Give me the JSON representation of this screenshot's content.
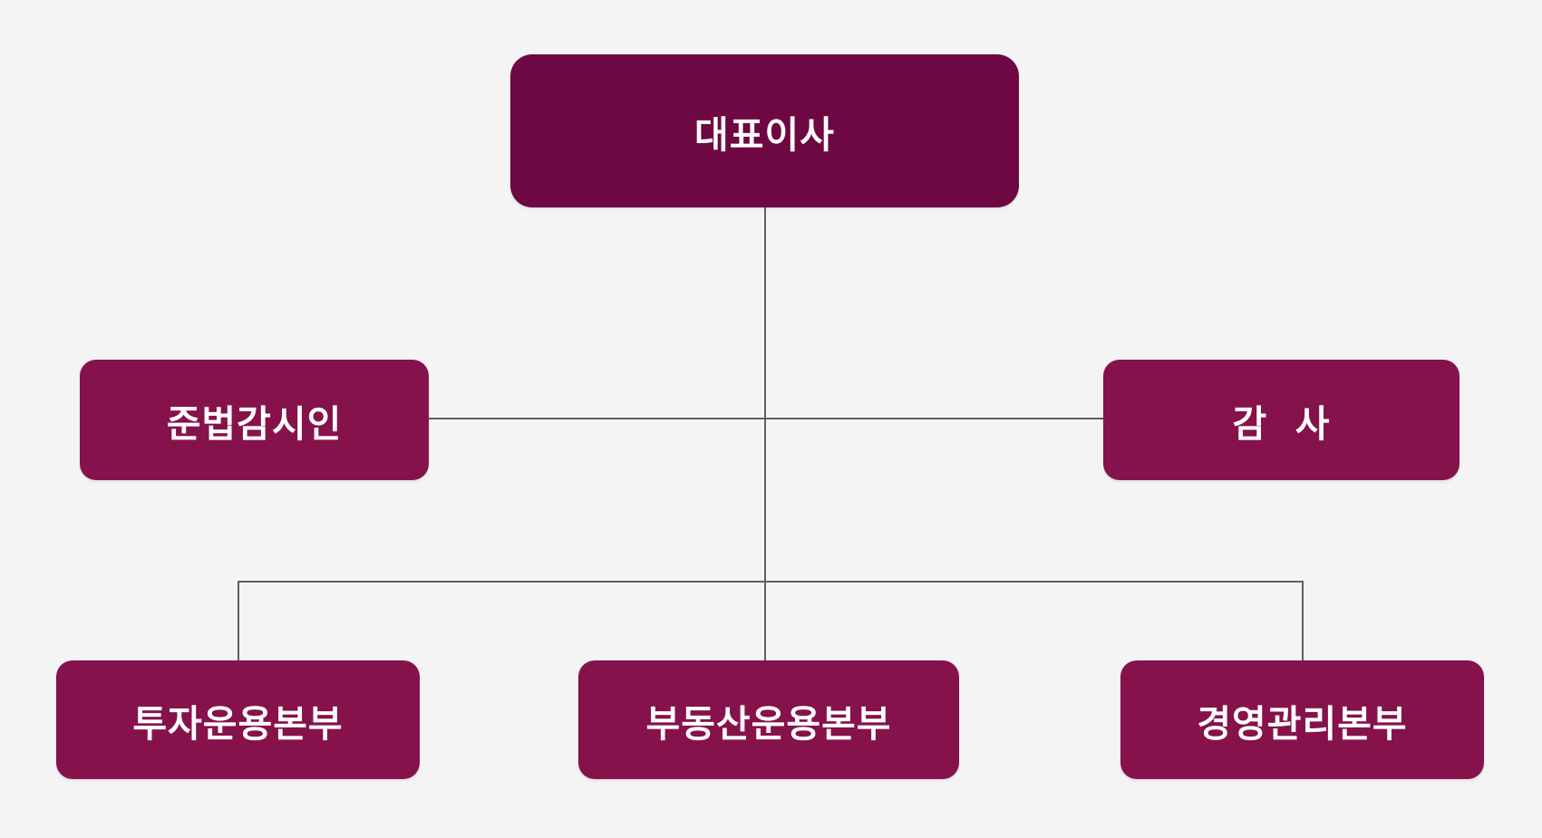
{
  "colors": {
    "ceo_box": "#6e0842",
    "department_box": "#86124b",
    "connector": "#5f5f5f",
    "background": "#f4f4f4",
    "text": "#ffffff"
  },
  "org_chart": {
    "ceo": {
      "label": "대표이사"
    },
    "compliance": {
      "label": "준법감시인"
    },
    "audit": {
      "label": "감  사"
    },
    "divisions": [
      {
        "label": "투자운용본부"
      },
      {
        "label": "부동산운용본부"
      },
      {
        "label": "경영관리본부"
      }
    ]
  }
}
